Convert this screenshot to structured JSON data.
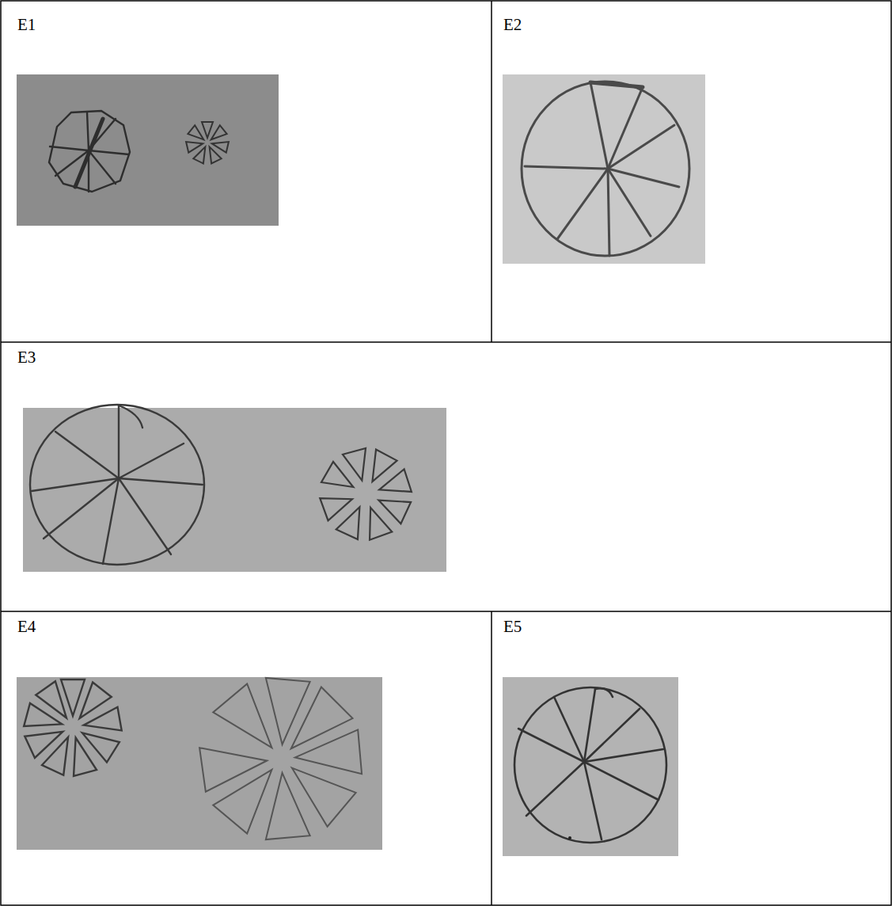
{
  "diagram": {
    "labels": [
      "E1",
      "E2",
      "E3",
      "E4",
      "E5"
    ]
  }
}
